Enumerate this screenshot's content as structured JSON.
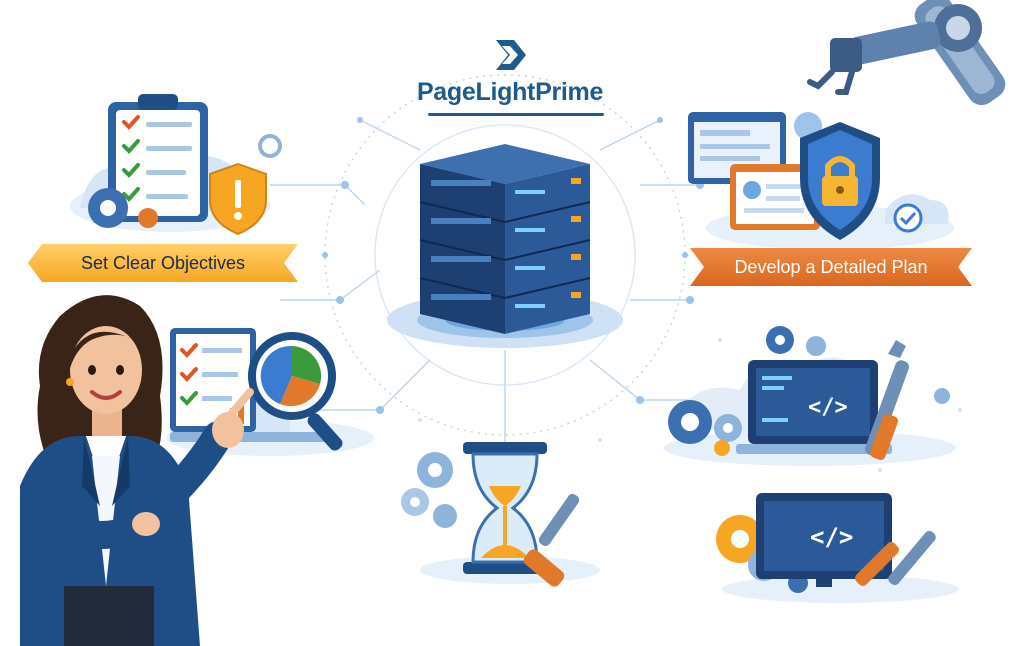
{
  "brand": {
    "name": "PageLightPrime"
  },
  "steps": {
    "left_label": "Set Clear Objectives",
    "right_label": "Develop a Detailed Plan"
  },
  "colors": {
    "brand_blue": "#1e5a8e",
    "accent_orange": "#e07a2a",
    "ribbon_yellow": "#f6a623",
    "light_blue": "#cfe1f5"
  },
  "icons": [
    "server-rack-icon",
    "clipboard-checklist-icon",
    "warning-shield-icon",
    "magnifier-pie-chart-icon",
    "hourglass-icon",
    "security-shield-lock-icon",
    "code-laptop-icon",
    "code-monitor-icon",
    "gear-icon",
    "wrench-icon",
    "screwdriver-icon",
    "robot-arm-icon"
  ]
}
